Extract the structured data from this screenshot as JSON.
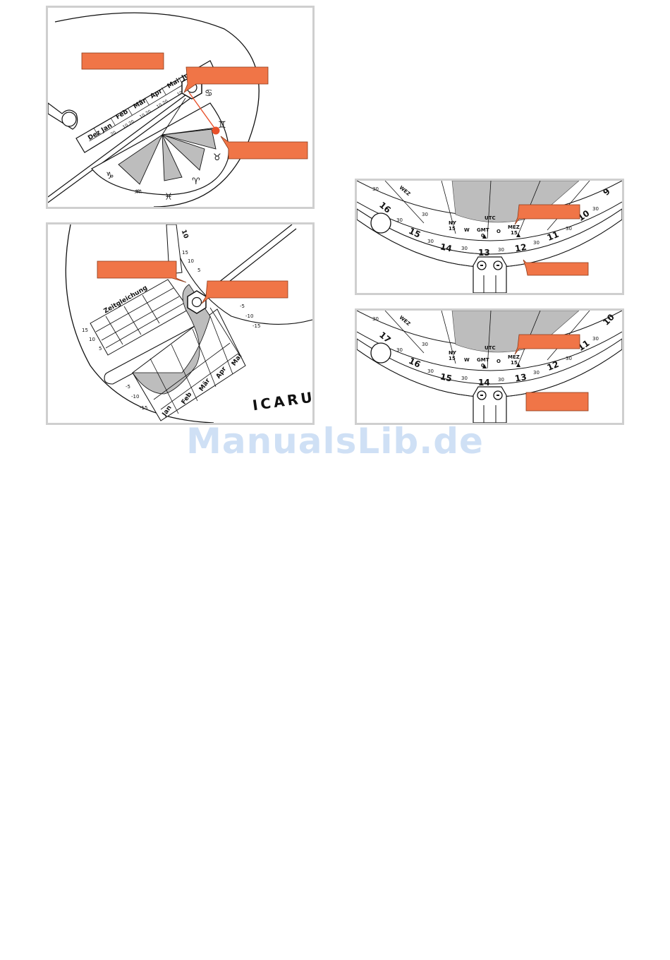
{
  "colors": {
    "callout": "#f07547",
    "frame": "#cfcfcf",
    "shade": "#bdbdbd",
    "watermark": "#cfe0f5"
  },
  "panel_date": {
    "months": [
      "Dez",
      "Jan",
      "Feb",
      "Mär",
      "Apr",
      "Mai",
      "Jun"
    ],
    "day_ticks": [
      "20",
      "10",
      "20",
      "10",
      "20",
      "10",
      "20",
      "10",
      "20",
      "21"
    ],
    "zodiac_icons": [
      "gemini-icon",
      "taurus-icon",
      "aries-icon",
      "pisces-icon",
      "aquarius-icon",
      "capricorn-icon",
      "cancer-icon"
    ]
  },
  "panel_equation": {
    "heading": "Zeitgleichung",
    "scale_left": [
      "15",
      "10",
      "5"
    ],
    "scale_right": [
      "-5",
      "-10",
      "-15"
    ],
    "scale_bottom_left": [
      "-5",
      "-10",
      "-15"
    ],
    "scale_top": [
      "15",
      "10",
      "5"
    ],
    "months": [
      "Jan",
      "Feb",
      "Mär",
      "Apr",
      "Mai"
    ],
    "top_mark": "10",
    "brand": "ICARU"
  },
  "panel_time_a": {
    "zone_labels": {
      "utc": "UTC",
      "gmt": "GMT",
      "mez": "MEZ",
      "west": "W",
      "east": "O",
      "gmt0": "0",
      "ny": "NY",
      "ny15": "15",
      "mez15": "15",
      "wez": "WEZ"
    },
    "hours": [
      "16",
      "15",
      "14",
      "13",
      "12",
      "11",
      "10",
      "9"
    ],
    "halves": [
      "30",
      "30",
      "30",
      "30",
      "30",
      "30",
      "30"
    ],
    "minutes_outer": [
      "30",
      "30"
    ]
  },
  "panel_time_b": {
    "zone_labels": {
      "utc": "UTC",
      "gmt": "GMT",
      "mez": "MEZ",
      "west": "W",
      "east": "O",
      "gmt0": "0",
      "ny": "NY",
      "ny15": "15",
      "mez15": "15",
      "wez": "WEZ"
    },
    "hours": [
      "17",
      "16",
      "15",
      "14",
      "13",
      "12",
      "11",
      "10"
    ],
    "halves": [
      "30",
      "30",
      "30",
      "30",
      "30",
      "30",
      "30"
    ],
    "minutes_outer": [
      "30",
      "30"
    ]
  },
  "watermark": "ManualsLib.de"
}
